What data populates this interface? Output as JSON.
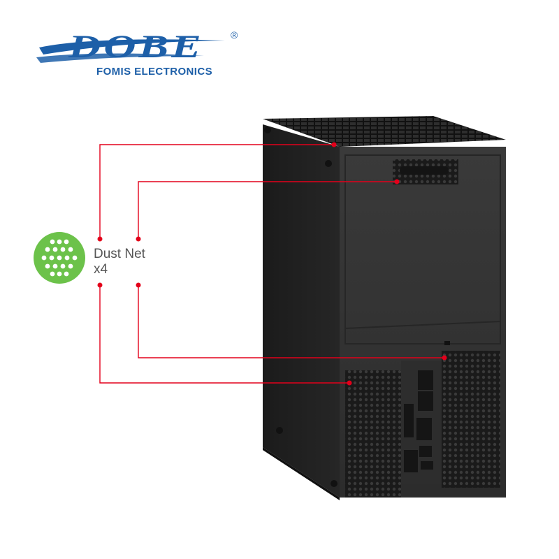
{
  "brand": {
    "name": "DOBE",
    "registered_mark": "®",
    "subtitle": "FOMIS ELECTRONICS",
    "color": "#1d5fa8"
  },
  "callout": {
    "line1": "Dust Net",
    "line2": "x4",
    "icon": "dust-net-icon",
    "icon_color": "#6cc24a",
    "leader_color": "#e3001b"
  },
  "product": {
    "icon": "console-rear-view",
    "body_color": "#2f2f2f"
  }
}
